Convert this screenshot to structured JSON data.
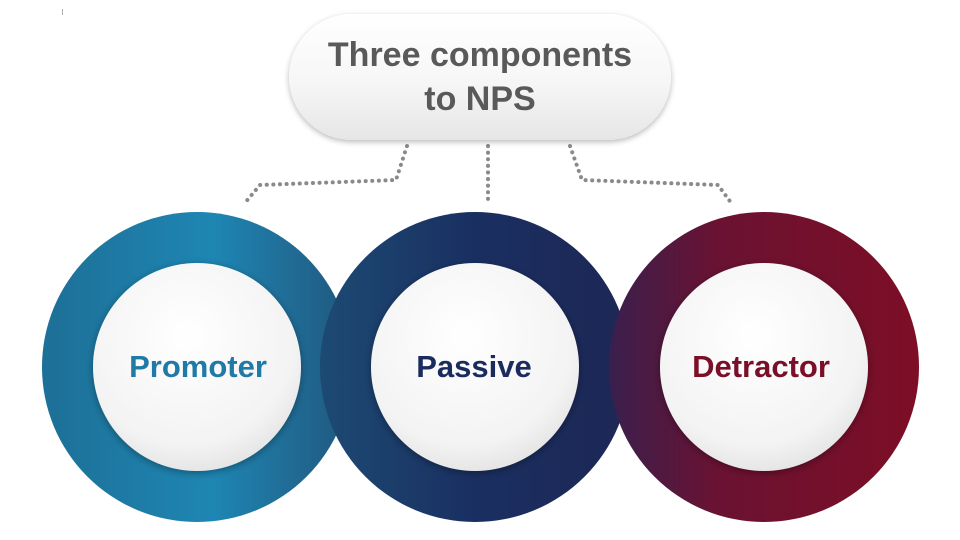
{
  "title": "Three components to NPS",
  "components": [
    {
      "label": "Promoter",
      "color": "#1f7aa5"
    },
    {
      "label": "Passive",
      "color": "#1a2b5e"
    },
    {
      "label": "Detractor",
      "color": "#7a1028"
    }
  ]
}
